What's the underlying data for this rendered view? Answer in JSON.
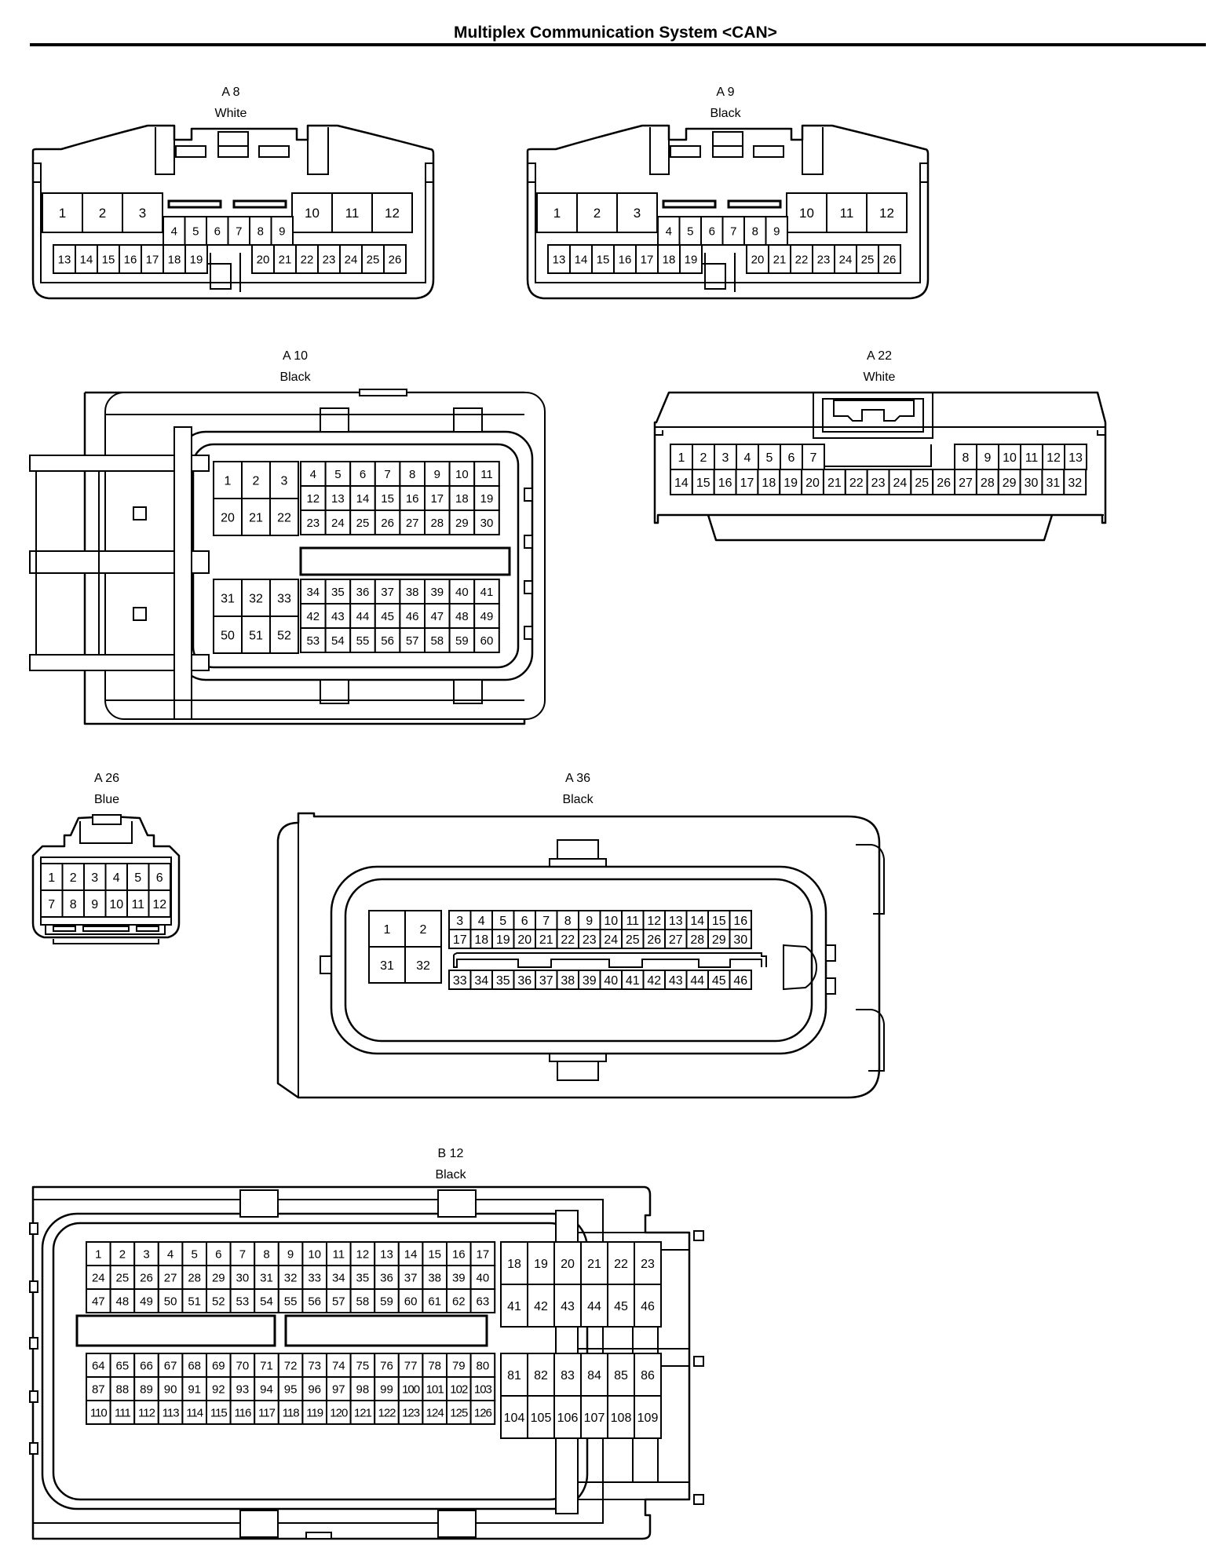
{
  "title": "Multiplex Communication System <CAN>",
  "connectors": [
    {
      "id": "A 8",
      "color": "White"
    },
    {
      "id": "A 9",
      "color": "Black"
    },
    {
      "id": "A 10",
      "color": "Black"
    },
    {
      "id": "A 22",
      "color": "White"
    },
    {
      "id": "A 26",
      "color": "Blue"
    },
    {
      "id": "A 36",
      "color": "Black"
    },
    {
      "id": "B 12",
      "color": "Black"
    }
  ]
}
